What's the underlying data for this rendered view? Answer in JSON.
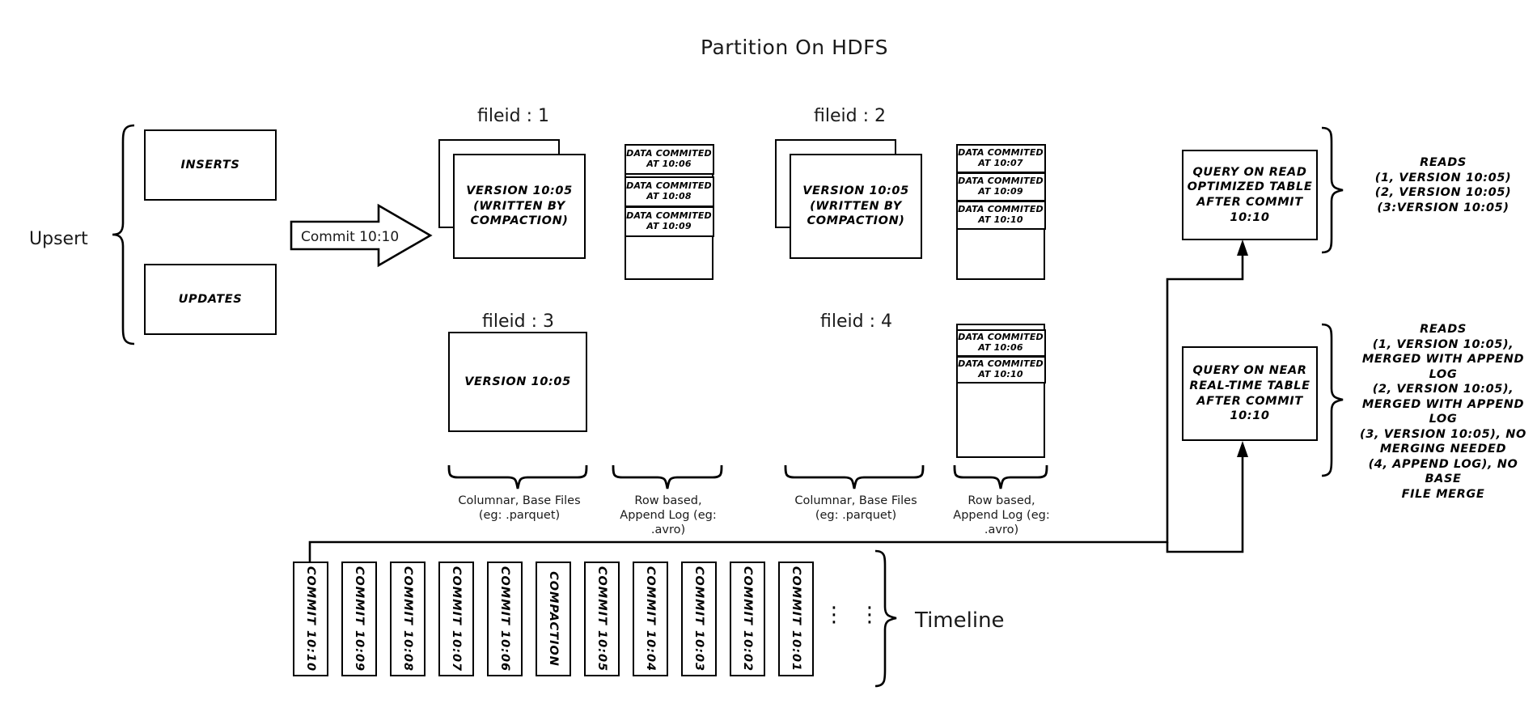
{
  "title": "Partition On HDFS",
  "upsert": {
    "label": "Upsert",
    "inserts": "INSERTS",
    "updates": "UPDATES"
  },
  "commit_arrow": {
    "label": "Commit 10:10"
  },
  "fileids": [
    {
      "heading": "fileid : 1",
      "base_file": "VERSION 10:05\n(WRITTEN BY\nCOMPACTION)",
      "base_line1": "VERSION 10:05",
      "base_line2": "(WRITTEN BY",
      "base_line3": "COMPACTION)",
      "stacked": true,
      "log_entries": [
        "DATA COMMITED\nAT 10:06",
        "DATA COMMITED\nAT 10:08",
        "DATA COMMITED\nAT 10:09"
      ]
    },
    {
      "heading": "fileid : 2",
      "base_line1": "VERSION 10:05",
      "base_line2": "(WRITTEN BY",
      "base_line3": "COMPACTION)",
      "stacked": true,
      "log_entries": [
        "DATA COMMITED\nAT 10:07",
        "DATA COMMITED\nAT 10:09",
        "DATA COMMITED\nAT 10:10"
      ]
    },
    {
      "heading": "fileid : 3",
      "base_line1": "VERSION 10:05",
      "base_line2": "",
      "base_line3": "",
      "stacked": false,
      "log_entries": []
    },
    {
      "heading": "fileid : 4",
      "base_line1": "",
      "base_line2": "",
      "base_line3": "",
      "stacked": false,
      "log_entries": [
        "DATA COMMITED\nAT 10:06",
        "DATA COMMITED\nAT 10:10"
      ]
    }
  ],
  "braces": {
    "columnar_l1": "Columnar, Base Files",
    "columnar_l2": "(eg: .parquet)",
    "rowlog_l1": "Row based,",
    "rowlog_l2": "Append Log  (eg:",
    "rowlog_l3": ".avro)"
  },
  "queries": [
    {
      "lines": [
        "QUERY ON READ",
        "OPTIMIZED TABLE",
        "AFTER COMMIT",
        "10:10"
      ],
      "reads_title": "READS",
      "reads_lines": [
        "(1, VERSION 10:05)",
        "(2, VERSION 10:05)",
        "(3:VERSION 10:05)"
      ]
    },
    {
      "lines": [
        "QUERY ON NEAR",
        "REAL-TIME TABLE",
        "AFTER COMMIT",
        "10:10"
      ],
      "reads_title": "READS",
      "reads_lines": [
        "(1, VERSION 10:05),",
        "MERGED WITH APPEND LOG",
        "(2, VERSION 10:05),",
        "MERGED WITH APPEND LOG",
        "(3, VERSION 10:05), NO",
        "MERGING NEEDED",
        "(4, APPEND LOG), NO BASE",
        "FILE MERGE"
      ]
    }
  ],
  "timeline": {
    "label": "Timeline",
    "cards": [
      "COMMIT  10:10",
      "COMMIT  10:09",
      "COMMIT  10:08",
      "COMMIT  10:07",
      "COMMIT  10:06",
      "COMPACTION",
      "COMMIT  10:05",
      "COMMIT  10:04",
      "COMMIT  10:03",
      "COMMIT  10:02",
      "COMMIT  10:01"
    ],
    "ellipsis": [
      "⋮",
      "⋮"
    ]
  },
  "colors": {
    "stroke": "#000000",
    "background": "#ffffff",
    "text": "#1a1a1a"
  }
}
